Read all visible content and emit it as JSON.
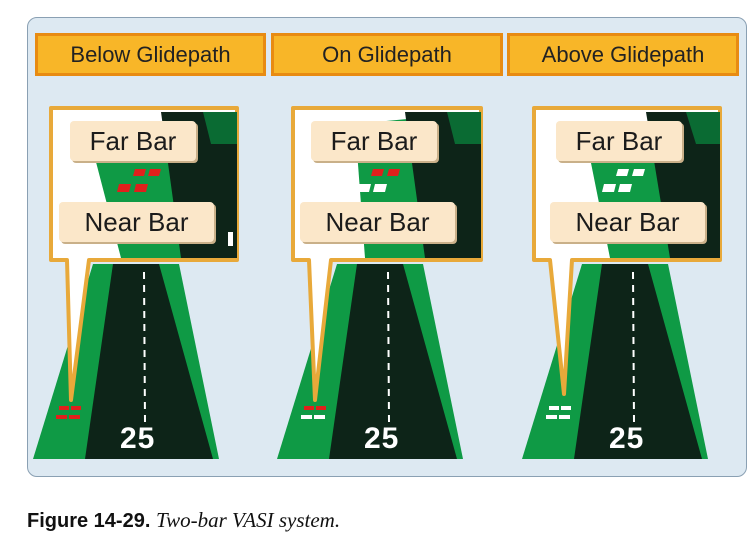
{
  "panels": [
    {
      "id": "below",
      "header": "Below Glidepath",
      "far_bar_label": "Far Bar",
      "near_bar_label": "Near Bar",
      "far_bar_color": "#e0201c",
      "near_bar_color": "#e0201c",
      "runway_number": "25"
    },
    {
      "id": "on",
      "header": "On Glidepath",
      "far_bar_label": "Far Bar",
      "near_bar_label": "Near Bar",
      "far_bar_color": "#e0201c",
      "near_bar_color": "#ffffff",
      "runway_number": "25"
    },
    {
      "id": "above",
      "header": "Above Glidepath",
      "far_bar_label": "Far Bar",
      "near_bar_label": "Near Bar",
      "far_bar_color": "#ffffff",
      "near_bar_color": "#ffffff",
      "runway_number": "25"
    }
  ],
  "colors": {
    "grass": "#0f9a45",
    "grass_dark": "#0a6b33",
    "runway": "#0d2418",
    "callout_border": "#e8a93a",
    "header_fill": "#f8b628",
    "header_border": "#e88b12"
  },
  "caption": {
    "figure_number": "Figure 14-29.",
    "text": "Two-bar VASI system."
  }
}
